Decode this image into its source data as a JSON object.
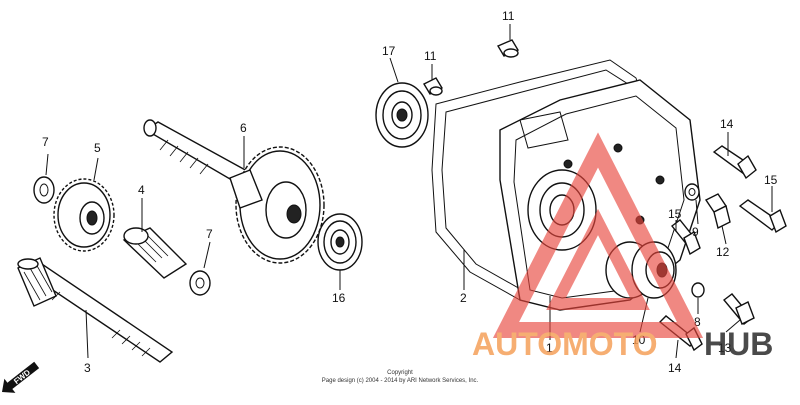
{
  "callouts": {
    "c1": "1",
    "c2": "2",
    "c3": "3",
    "c4": "4",
    "c5": "5",
    "c6": "6",
    "c7a": "7",
    "c7b": "7",
    "c8": "8",
    "c9": "9",
    "c10": "10",
    "c11a": "11",
    "c11b": "11",
    "c12": "12",
    "c13": "13",
    "c14a": "14",
    "c14b": "14",
    "c15a": "15",
    "c15b": "15",
    "c16": "16",
    "c17": "17"
  },
  "fwd_label": "FWD",
  "copyright": {
    "line1": "Copyright",
    "line2": "Page design (c) 2004 - 2014 by ARI Network Services, Inc."
  },
  "watermark": {
    "part1": "AUTOMOTO",
    "part2": "HUB",
    "color_red": "#e8463c",
    "color_orange": "#f5a05a",
    "color_dark": "#2b2b2b"
  },
  "icons": [
    "fwd-arrow-icon",
    "watermark-triangle-icon"
  ]
}
